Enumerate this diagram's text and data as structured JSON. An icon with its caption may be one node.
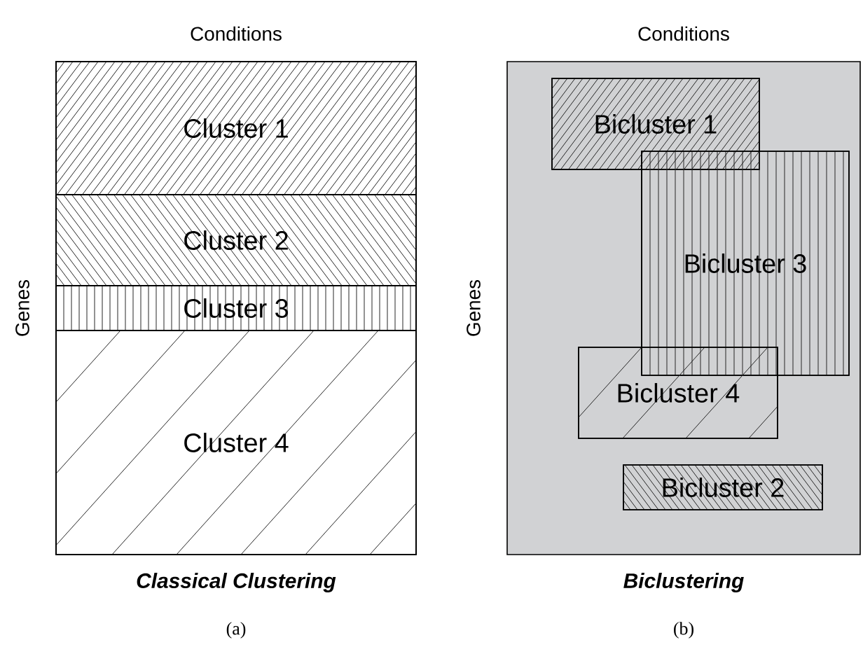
{
  "diagram": {
    "nodes": [
      {
        "text": [],
        "shape": "box",
        "beside": [
          "Conditions",
          "Genes",
          "Classical Clustering",
          "(a)"
        ]
      },
      {
        "text": [
          "Cluster 1"
        ],
        "in": 0
      },
      {
        "text": [
          "Cluster 2"
        ],
        "in": 0
      },
      {
        "text": [
          "Cluster 3"
        ],
        "in": 0
      },
      {
        "text": [
          "Cluster 4"
        ],
        "in": 0
      },
      {
        "text": [],
        "shape": "box",
        "beside": [
          "Conditions",
          "Genes",
          "Biclustering",
          "(b)"
        ]
      },
      {
        "text": [
          "Bicluster 1"
        ],
        "in": 5
      },
      {
        "text": [
          "Bicluster 3"
        ],
        "in": 5
      },
      {
        "text": [
          "Bicluster 4"
        ],
        "in": 5
      },
      {
        "text": [
          "Bicluster 2"
        ],
        "in": 5
      }
    ]
  }
}
